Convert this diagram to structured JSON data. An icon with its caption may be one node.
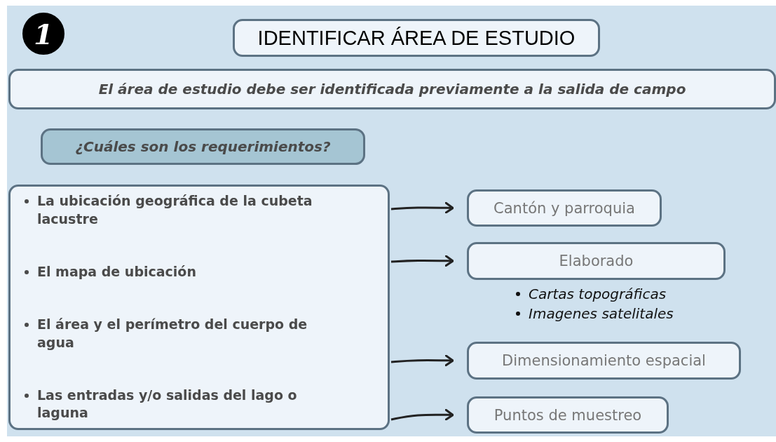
{
  "diagram": {
    "nodes": [
      {
        "text": [
          "1"
        ]
      },
      {
        "text": [
          "IDENTIFICAR ÁREA DE ESTUDIO"
        ]
      },
      {
        "text": [
          "El área de estudio debe ser identificada previamente a la salida de campo"
        ]
      },
      {
        "text": [
          "¿Cuáles son los requerimientos?"
        ]
      },
      {
        "text": [
          "La ubicación geográfica de la cubeta lacustre",
          "El mapa de ubicación",
          "El área y el perímetro del cuerpo de agua",
          "Las entradas y/o salidas del lago o laguna"
        ]
      },
      {
        "text": [
          "Cantón y parroquia"
        ]
      },
      {
        "text": [
          "Elaborado"
        ],
        "beside": [
          "Cartas topográficas",
          "Imagenes satelitales"
        ]
      },
      {
        "text": [
          "Dimensionamiento espacial"
        ]
      },
      {
        "text": [
          "Puntos de muestreo"
        ]
      }
    ],
    "edges": [
      {
        "from": 4,
        "to": 5,
        "arrow": "to"
      },
      {
        "from": 4,
        "to": 6,
        "arrow": "to"
      },
      {
        "from": 4,
        "to": 7,
        "arrow": "to"
      },
      {
        "from": 4,
        "to": 8,
        "arrow": "to"
      }
    ]
  }
}
